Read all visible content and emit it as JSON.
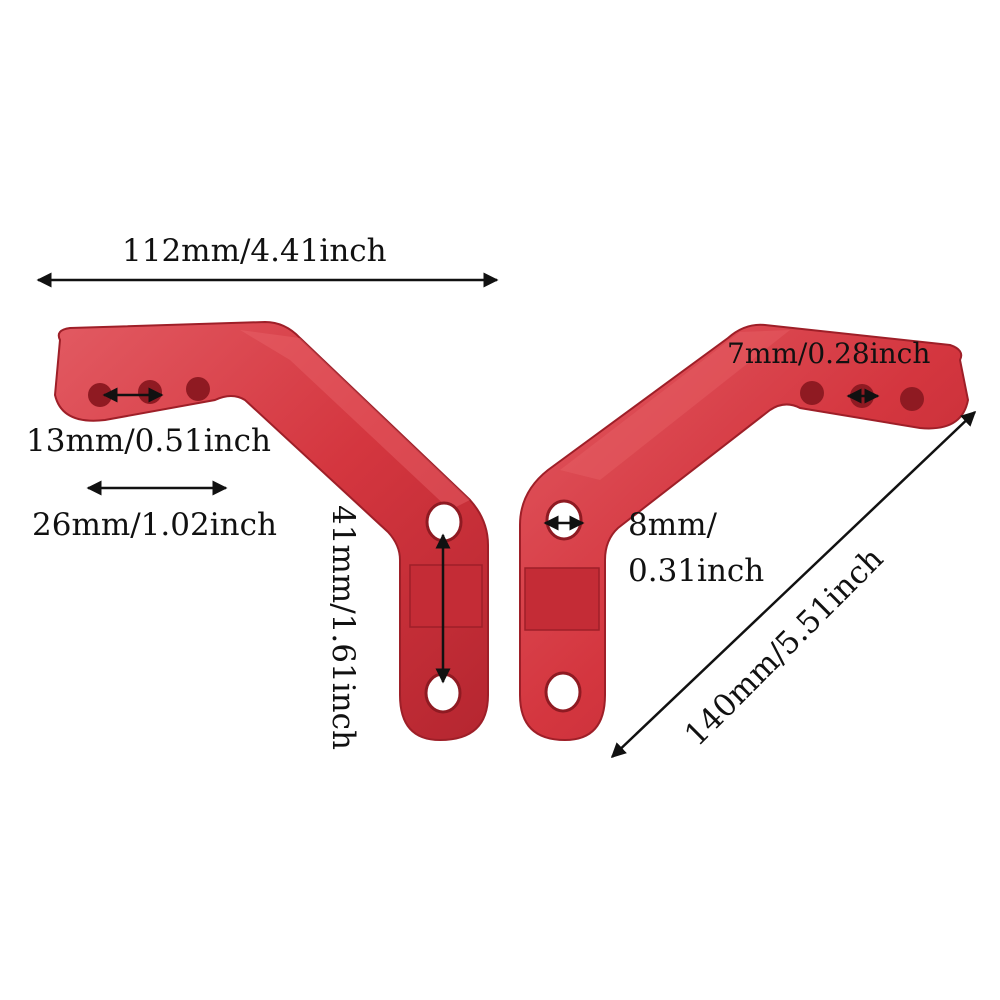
{
  "dimensions": {
    "overall_width": "112mm/4.41inch",
    "hole_spacing_small": "13mm/0.51inch",
    "hole_spacing_large": "26mm/1.02inch",
    "vertical_hole_spacing": "41mm/1.61inch",
    "thread_hole": "7mm/0.28inch",
    "mount_hole_line1": "8mm/",
    "mount_hole_line2": "0.31inch",
    "diagonal_length": "140mm/5.51inch"
  },
  "colors": {
    "bracket": "#d4363f",
    "bracket_shadow": "#a8222b",
    "bracket_highlight": "#e8636a",
    "arrow": "#111111",
    "background": "#ffffff"
  }
}
